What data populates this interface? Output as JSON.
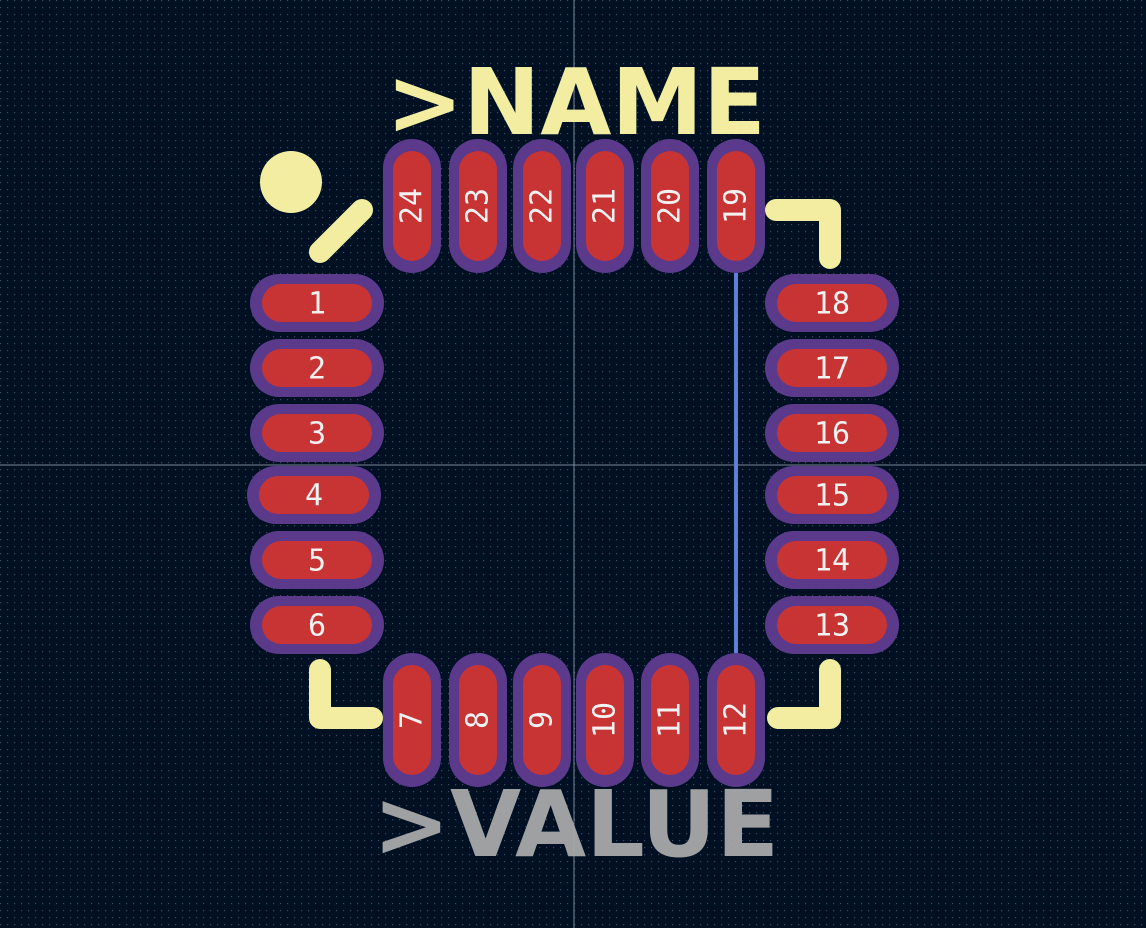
{
  "footprint": {
    "name_text": ">NAME",
    "value_text": ">VALUE",
    "pads": {
      "left": [
        "1",
        "2",
        "3",
        "4",
        "5",
        "6"
      ],
      "bottom": [
        "7",
        "8",
        "9",
        "10",
        "11",
        "12"
      ],
      "right": [
        "13",
        "14",
        "15",
        "16",
        "17",
        "18"
      ],
      "top": [
        "19",
        "20",
        "21",
        "22",
        "23",
        "24"
      ]
    }
  },
  "colors": {
    "background": "#001023",
    "grid_dot": "#3a4a60",
    "crosshair": "#9aa4b8",
    "pad_fill": "#c83434",
    "pad_mask": "#5b3a8c",
    "pad_label": "#f2f2f2",
    "silkscreen": "#f2eda1",
    "value_text": "#a8a8a8",
    "connection_line": "#5b82d8"
  }
}
